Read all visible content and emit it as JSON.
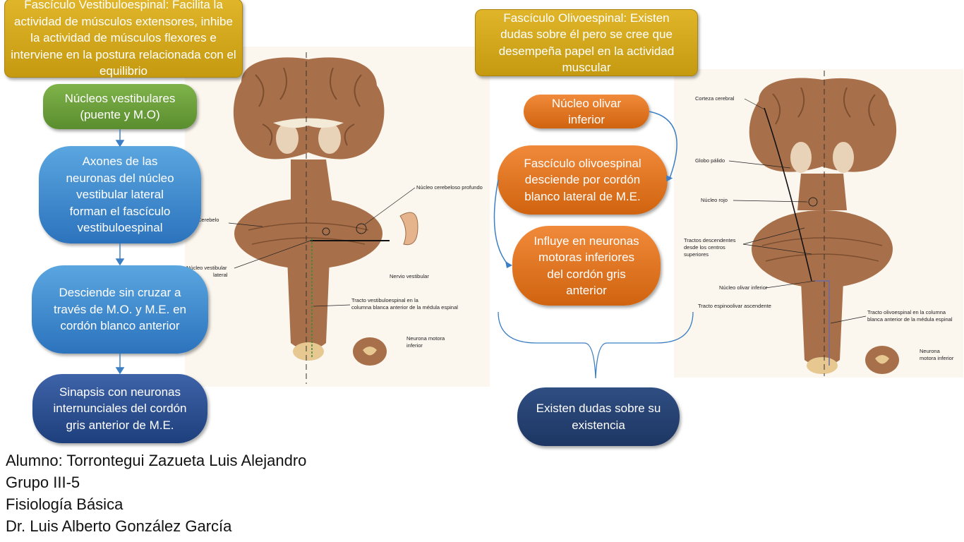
{
  "left": {
    "title_box": "Fascículo Vestibuloespinal: Facilita la actividad de músculos extensores, inhibe la actividad de músculos flexores e interviene en la postura relacionada con el equilibrio",
    "steps": [
      "Núcleos vestibulares (puente y M.O)",
      "Axones de las neuronas del núcleo vestibular lateral forman el fascículo vestibuloespinal",
      "Desciende sin cruzar a través de M.O. y M.E. en cordón blanco anterior",
      "Sinapsis con neuronas internunciales del cordón gris anterior de M.E."
    ],
    "figure_labels": {
      "cerebelo": "Cerebelo",
      "nucleo_cerebeloso": "Núcleo cerebeloso profundo",
      "nucleo_vestibular_1": "Núcleo vestibular",
      "nucleo_vestibular_2": "lateral",
      "nervio_vestibular": "Nervio vestibular",
      "tracto_1": "Tracto vestibuloespinal en la",
      "tracto_2": "columna blanca anterior de la médula espinal",
      "neurona_1": "Neurona motora",
      "neurona_2": "inferior"
    }
  },
  "right": {
    "title_box": "Fascículo Olivoespinal: Existen dudas sobre él pero se cree que desempeña papel en la actividad muscular",
    "steps": [
      "Núcleo olivar inferior",
      "Fascículo olivoespinal desciende por cordón blanco lateral de M.E.",
      "Influye en neuronas motoras inferiores del cordón gris anterior"
    ],
    "conclusion": "Existen dudas sobre su existencia",
    "figure_labels": {
      "corteza": "Corteza cerebral",
      "globo": "Globo pálido",
      "rojo": "Núcleo rojo",
      "tractos_1": "Tractos descendentes",
      "tractos_2": "desde los centros",
      "tractos_3": "superiores",
      "olivar": "Núcleo olivar inferior",
      "espinoolivar": "Tracto espinoolivar ascendente",
      "olivoespinal_1": "Tracto olivoespinal en la columna",
      "olivoespinal_2": "blanca anterior de la médula espinal",
      "neurona_1": "Neurona",
      "neurona_2": "motora inferior"
    }
  },
  "footer": [
    "Alumno: Torrontegui Zazueta Luis Alejandro",
    "Grupo III-5",
    "Fisiología Básica",
    "Dr. Luis Alberto González García"
  ],
  "colors": {
    "gold": "#d4a81c",
    "green": "#6fa23c",
    "blue": "#3b86cf",
    "navy": "#1f3a6b",
    "orange": "#e3741f",
    "brain": "#a8704a"
  }
}
